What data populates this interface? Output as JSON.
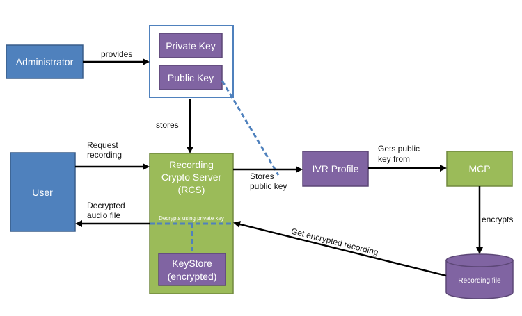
{
  "nodes": {
    "administrator": "Administrator",
    "private_key": "Private Key",
    "public_key": "Public Key",
    "user": "User",
    "rcs": [
      "Recording",
      "Crypto Server",
      "(RCS)"
    ],
    "keystore": [
      "KeyStore",
      "(encrypted)"
    ],
    "ivr_profile": "IVR Profile",
    "mcp": "MCP",
    "recording_file": "Recording file"
  },
  "edges": {
    "provides": "provides",
    "stores": "stores",
    "request_recording": [
      "Request",
      "recording"
    ],
    "decrypted_audio": [
      "Decrypted",
      "audio file"
    ],
    "stores_public_key": [
      "Stores",
      "public key"
    ],
    "gets_public_key": [
      "Gets public",
      "key from"
    ],
    "encrypts": "encrypts",
    "get_encrypted_recording": "Get encrypted recording",
    "decrypts_private": "Decrypts using private key"
  },
  "colors": {
    "blue_fill": "#4f81bd",
    "blue_border": "#385d8a",
    "purple_fill": "#8064a2",
    "purple_border": "#5c4776",
    "green_fill": "#9bbb59",
    "green_border": "#71893f",
    "dashed": "#4f81bd"
  }
}
